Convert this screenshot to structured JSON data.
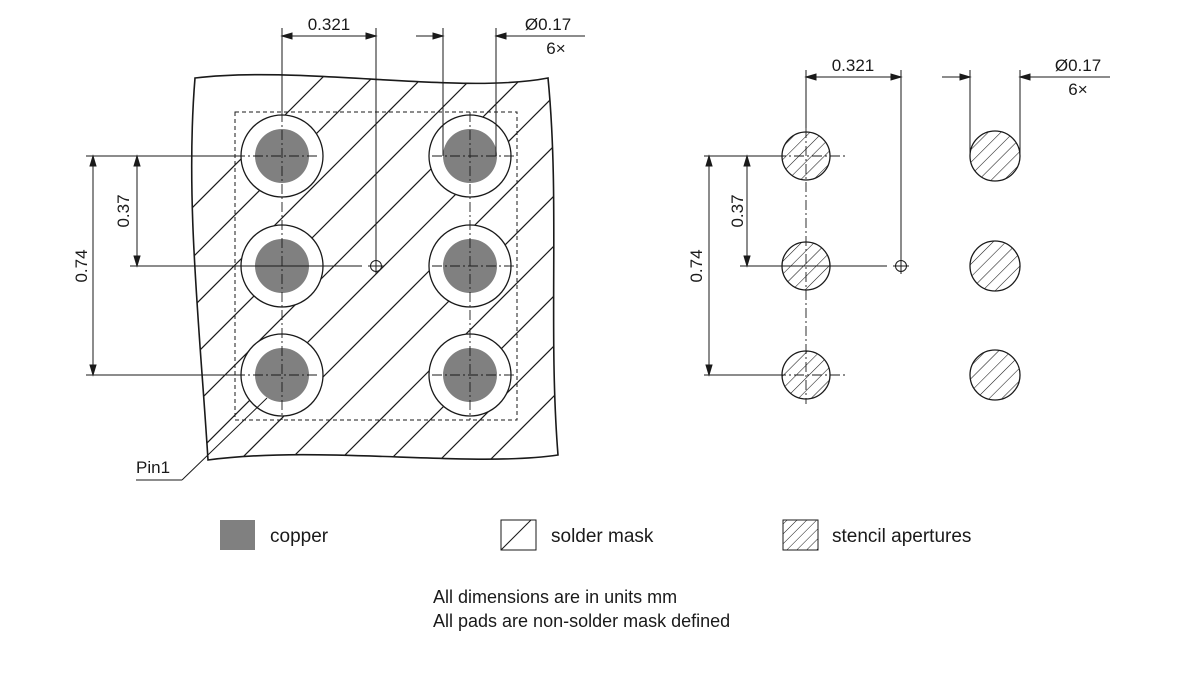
{
  "left_view": {
    "dim_pitch_x": "0.321",
    "dim_diameter": "Ø0.17",
    "dim_count": "6×",
    "dim_pitch_y": "0.37",
    "dim_total_y": "0.74",
    "pin1_label": "Pin1"
  },
  "right_view": {
    "dim_pitch_x": "0.321",
    "dim_diameter": "Ø0.17",
    "dim_count": "6×",
    "dim_pitch_y": "0.37",
    "dim_total_y": "0.74"
  },
  "legend": [
    {
      "label": "copper",
      "icon": "copper-swatch-icon"
    },
    {
      "label": "solder mask",
      "icon": "solder-mask-swatch-icon"
    },
    {
      "label": "stencil apertures",
      "icon": "stencil-swatch-icon"
    }
  ],
  "notes": [
    "All dimensions are in units mm",
    "All pads are non-solder mask defined"
  ],
  "colors": {
    "line": "#1a1a1a",
    "copper": "#808080",
    "background": "#ffffff"
  }
}
